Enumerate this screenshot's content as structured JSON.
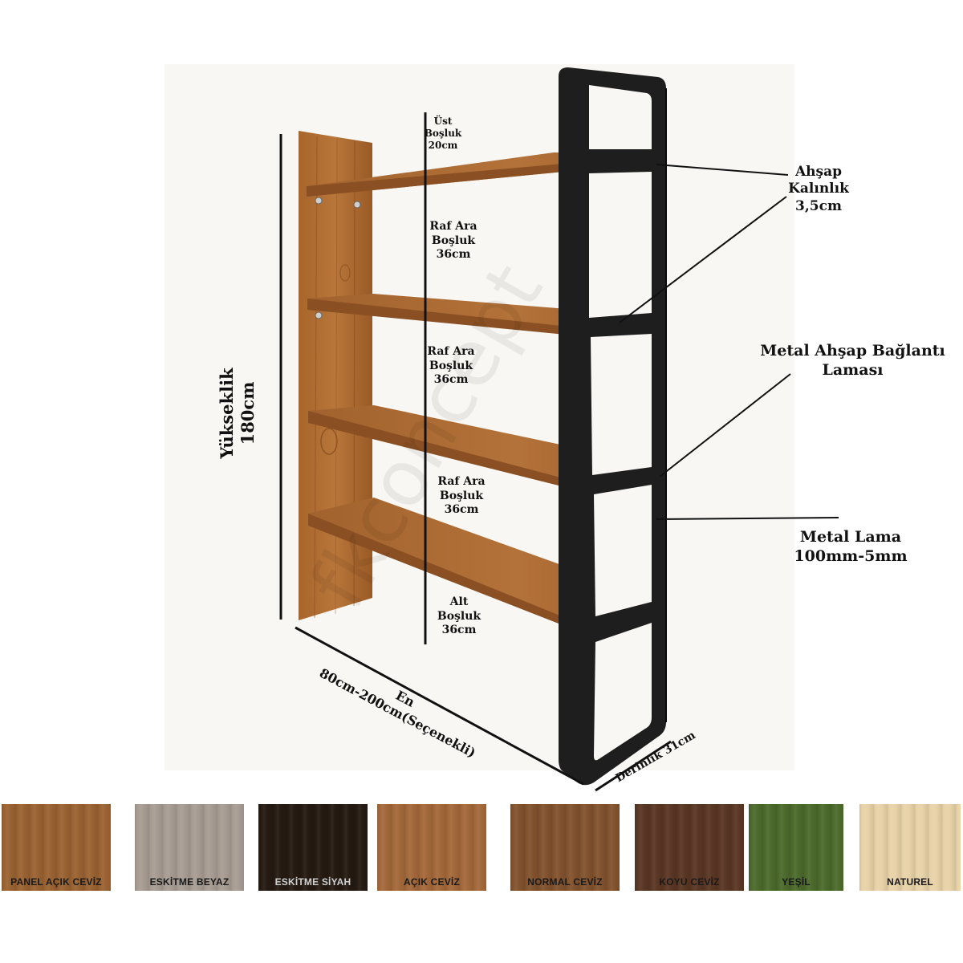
{
  "labels": {
    "yukseklik": [
      "Yükseklik",
      "180cm"
    ],
    "ust_bosluk": [
      "Üst",
      "Boşluk",
      "20cm"
    ],
    "raf_ara_1": [
      "Raf Ara",
      "Boşluk",
      "36cm"
    ],
    "raf_ara_2": [
      "Raf Ara",
      "Boşluk",
      "36cm"
    ],
    "raf_ara_3": [
      "Raf Ara",
      "Boşluk",
      "36cm"
    ],
    "alt_bosluk": [
      "Alt",
      "Boşluk",
      "36cm"
    ],
    "ahsap_kalinlik": [
      "Ahşap",
      "Kalınlık",
      "3,5cm"
    ],
    "metal_ahsap": [
      "Metal Ahşap Bağlantı",
      "Laması"
    ],
    "metal_lama": [
      "Metal Lama",
      "100mm-5mm"
    ],
    "en": [
      "En",
      "80cm-200cm(Seçenekli)"
    ],
    "derinlik": "Derinlik 31cm"
  },
  "swatches": [
    {
      "name": "PANEL AÇIK CEVİZ",
      "color": "#9a6232",
      "text_color": "#1a1a1a"
    },
    {
      "name": "ESKİTME BEYAZ",
      "color": "#a79c92",
      "text_color": "#1a1a1a"
    },
    {
      "name": "ESKİTME SİYAH",
      "color": "#241a12",
      "text_color": "#cfcfcf"
    },
    {
      "name": "AÇIK CEVİZ",
      "color": "#a3683a",
      "text_color": "#1a1a1a"
    },
    {
      "name": "NORMAL CEVİZ",
      "color": "#82522e",
      "text_color": "#1a1a1a"
    },
    {
      "name": "KOYU CEVİZ",
      "color": "#5a3624",
      "text_color": "#1a1a1a"
    },
    {
      "name": "YEŞİL",
      "color": "#4c6a2c",
      "text_color": "#1a1a1a"
    },
    {
      "name": "NATUREL",
      "color": "#e8d2a8",
      "text_color": "#1a1a1a"
    }
  ]
}
